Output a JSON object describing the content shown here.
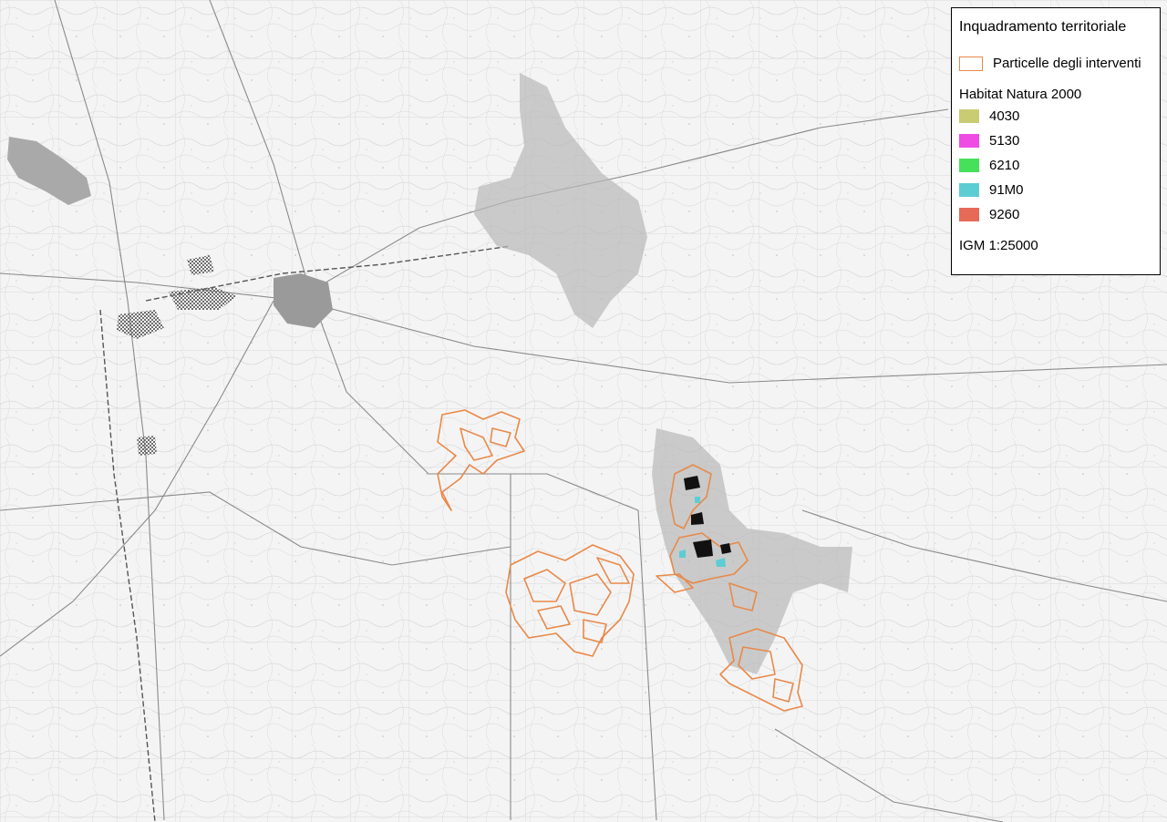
{
  "legend": {
    "title": "Inquadramento territoriale",
    "interventions_label": "Particelle degli interventi",
    "interventions_color": "#e8894a",
    "habitat_heading": "Habitat Natura 2000",
    "habitats": [
      {
        "code": "4030",
        "color": "#c9cc73"
      },
      {
        "code": "5130",
        "color": "#ee4ce3"
      },
      {
        "code": "6210",
        "color": "#47e05b"
      },
      {
        "code": "91M0",
        "color": "#5ccdd3"
      },
      {
        "code": "9260",
        "color": "#e56a58"
      }
    ],
    "basemap_label": "IGM 1:25000"
  },
  "map": {
    "basemap": "IGM topographic base map (grayscale)",
    "protected_area_fill": "#b8b8b8",
    "intervention_outline_color": "#e8894a"
  }
}
